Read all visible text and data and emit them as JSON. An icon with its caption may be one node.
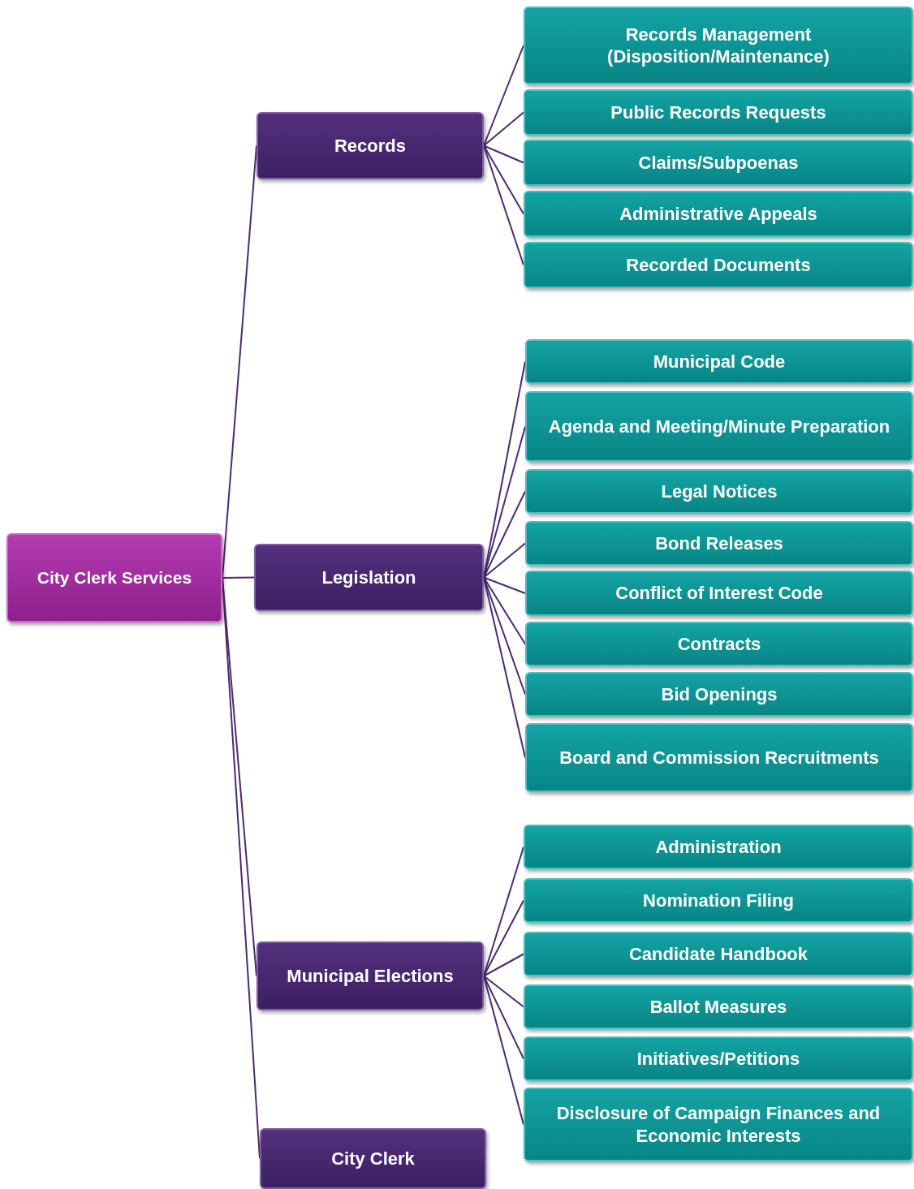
{
  "diagram": {
    "nodes": [
      {
        "text": [
          "City Clerk Services"
        ]
      },
      {
        "text": [
          "Records"
        ]
      },
      {
        "text": [
          "Records Management (Disposition/Maintenance)"
        ]
      },
      {
        "text": [
          "Public Records Requests"
        ]
      },
      {
        "text": [
          "Claims/Subpoenas"
        ]
      },
      {
        "text": [
          "Administrative Appeals"
        ]
      },
      {
        "text": [
          "Recorded Documents"
        ]
      },
      {
        "text": [
          "Legislation"
        ]
      },
      {
        "text": [
          "Municipal Code"
        ]
      },
      {
        "text": [
          "Agenda and Meeting/Minute Preparation"
        ]
      },
      {
        "text": [
          "Legal Notices"
        ]
      },
      {
        "text": [
          "Bond Releases"
        ]
      },
      {
        "text": [
          "Conflict of Interest Code"
        ]
      },
      {
        "text": [
          "Contracts"
        ]
      },
      {
        "text": [
          "Bid Openings"
        ]
      },
      {
        "text": [
          "Board and Commission Recruitments"
        ]
      },
      {
        "text": [
          "Municipal Elections"
        ]
      },
      {
        "text": [
          "Administration"
        ]
      },
      {
        "text": [
          "Nomination Filing"
        ]
      },
      {
        "text": [
          "Candidate Handbook"
        ]
      },
      {
        "text": [
          "Ballot Measures"
        ]
      },
      {
        "text": [
          "Initiatives/Petitions"
        ]
      },
      {
        "text": [
          "Disclosure of Campaign Finances and Economic Interests"
        ]
      },
      {
        "text": [
          "City Clerk"
        ]
      }
    ],
    "edges": [
      {
        "from": 0,
        "to": 1,
        "arrow": "none"
      },
      {
        "from": 0,
        "to": 7,
        "arrow": "none"
      },
      {
        "from": 0,
        "to": 16,
        "arrow": "none"
      },
      {
        "from": 0,
        "to": 23,
        "arrow": "none"
      },
      {
        "from": 1,
        "to": 2,
        "arrow": "none"
      },
      {
        "from": 1,
        "to": 3,
        "arrow": "none"
      },
      {
        "from": 1,
        "to": 4,
        "arrow": "none"
      },
      {
        "from": 1,
        "to": 5,
        "arrow": "none"
      },
      {
        "from": 1,
        "to": 6,
        "arrow": "none"
      },
      {
        "from": 7,
        "to": 8,
        "arrow": "none"
      },
      {
        "from": 7,
        "to": 9,
        "arrow": "none"
      },
      {
        "from": 7,
        "to": 10,
        "arrow": "none"
      },
      {
        "from": 7,
        "to": 11,
        "arrow": "none"
      },
      {
        "from": 7,
        "to": 12,
        "arrow": "none"
      },
      {
        "from": 7,
        "to": 13,
        "arrow": "none"
      },
      {
        "from": 7,
        "to": 14,
        "arrow": "none"
      },
      {
        "from": 7,
        "to": 15,
        "arrow": "none"
      },
      {
        "from": 16,
        "to": 17,
        "arrow": "none"
      },
      {
        "from": 16,
        "to": 18,
        "arrow": "none"
      },
      {
        "from": 16,
        "to": 19,
        "arrow": "none"
      },
      {
        "from": 16,
        "to": 20,
        "arrow": "none"
      },
      {
        "from": 16,
        "to": 21,
        "arrow": "none"
      },
      {
        "from": 16,
        "to": 22,
        "arrow": "none"
      }
    ]
  }
}
